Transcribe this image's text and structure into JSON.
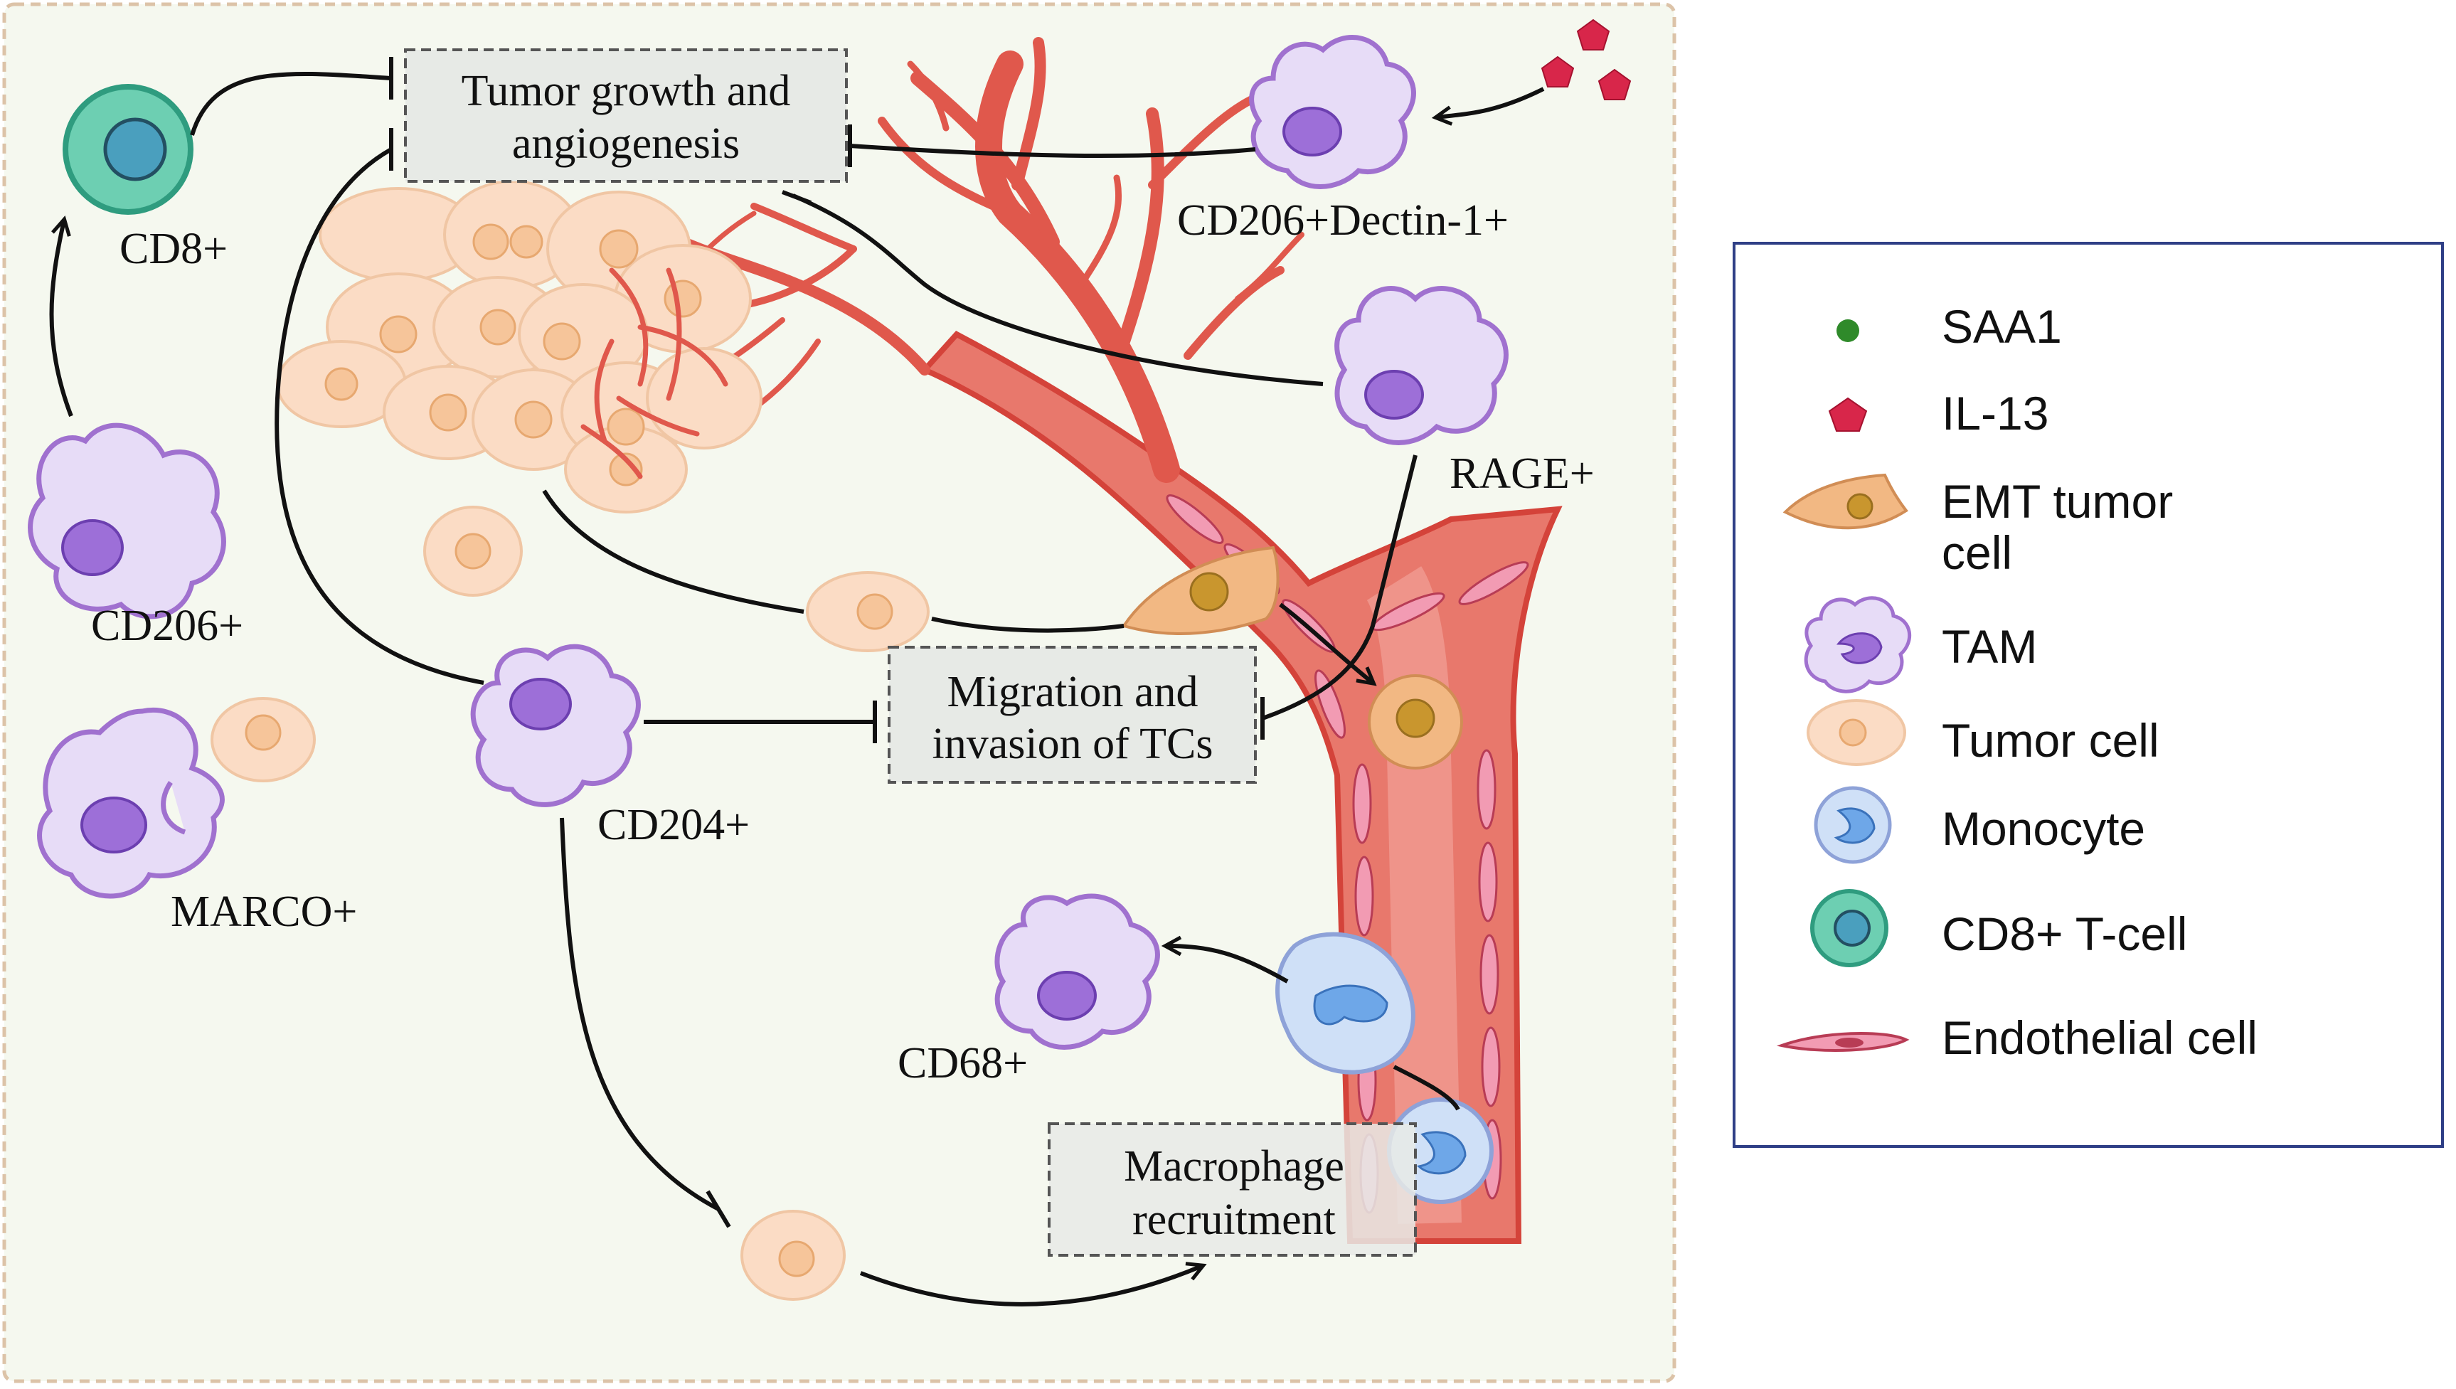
{
  "diagram": {
    "boxes": {
      "tumor_growth": [
        "Tumor growth and",
        "angiogenesis"
      ],
      "migration": [
        "Migration and",
        "invasion of TCs"
      ],
      "recruitment": [
        "Macrophage",
        "recruitment"
      ]
    },
    "labels": {
      "cd8": "CD8+",
      "cd206": "CD206+",
      "marco": "MARCO+",
      "cd204": "CD204+",
      "cd68": "CD68+",
      "cd206_dectin": "CD206+Dectin-1+",
      "rage": "RAGE+"
    }
  },
  "legend": {
    "items": [
      {
        "icon": "saa1-dot-icon",
        "label": [
          "SAA1"
        ]
      },
      {
        "icon": "il13-pentagon-icon",
        "label": [
          "IL-13"
        ]
      },
      {
        "icon": "emt-tumor-cell-icon",
        "label": [
          "EMT tumor",
          "cell"
        ]
      },
      {
        "icon": "tam-icon",
        "label": [
          "TAM"
        ]
      },
      {
        "icon": "tumor-cell-icon",
        "label": [
          "Tumor cell"
        ]
      },
      {
        "icon": "monocyte-icon",
        "label": [
          "Monocyte"
        ]
      },
      {
        "icon": "cd8-t-cell-icon",
        "label": [
          "CD8+ T-cell"
        ]
      },
      {
        "icon": "endothelial-cell-icon",
        "label": [
          "Endothelial cell"
        ]
      }
    ]
  },
  "colors": {
    "panel_bg": "#f5f8ef",
    "panel_border": "#dcc3a8",
    "legend_border": "#2f3f86",
    "vessel": "#e8786c",
    "vessel_dark": "#d4433a",
    "tam_fill": "#e7dcf7",
    "tam_border": "#a071cf",
    "tam_nucleus": "#9d6fd8",
    "tumor_fill": "#fbdcc5",
    "tumor_nucleus": "#f6c59a",
    "emt_fill": "#f2b883",
    "emt_nucleus": "#c9962e",
    "monocyte_fill": "#cfe0f7",
    "monocyte_nucleus": "#6ea7e8",
    "cd8_fill": "#6dcfb2",
    "cd8_border": "#2f9c7f",
    "saa1": "#2f8a2a",
    "il13": "#d8264a",
    "endothelial": "#f29bb3"
  }
}
